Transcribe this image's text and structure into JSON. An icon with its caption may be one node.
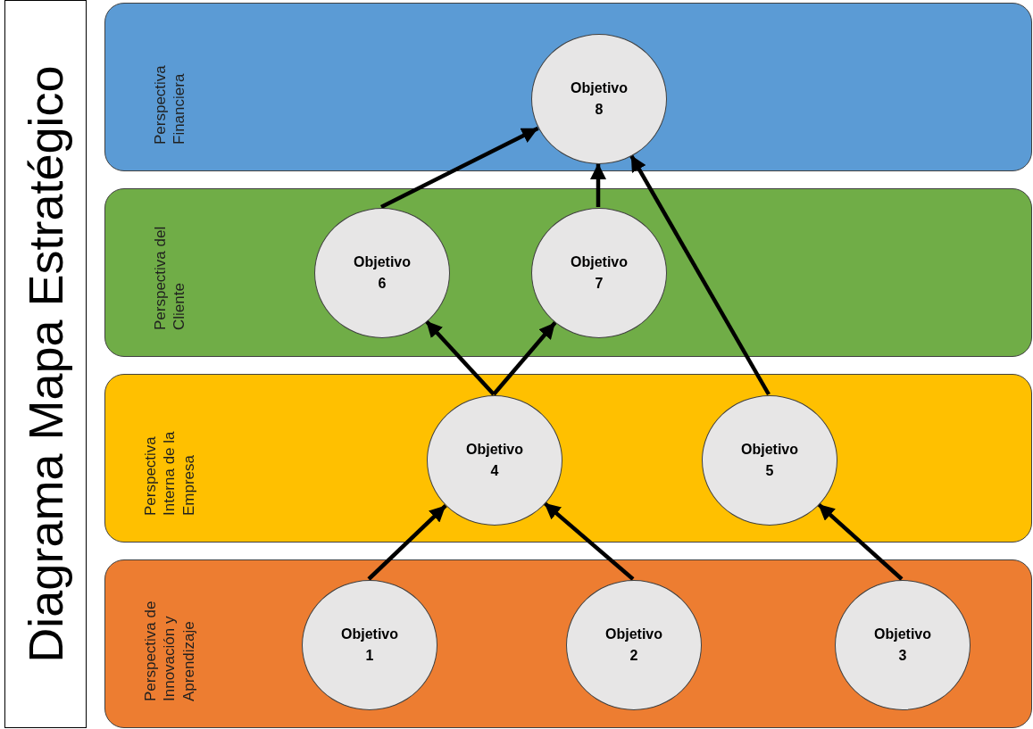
{
  "diagram": {
    "title": "Diagrama Mapa Estratégico",
    "nodes": [
      {
        "text": [
          "Perspectiva Financiera"
        ]
      },
      {
        "text": [
          "Objetivo 8"
        ],
        "in": 0
      },
      {
        "text": [
          "Perspectiva del Cliente"
        ]
      },
      {
        "text": [
          "Objetivo 6"
        ],
        "in": 2
      },
      {
        "text": [
          "Objetivo 7"
        ],
        "in": 2
      },
      {
        "text": [
          "Perspectiva Interna de la Empresa"
        ]
      },
      {
        "text": [
          "Objetivo 4"
        ],
        "in": 5
      },
      {
        "text": [
          "Objetivo 5"
        ],
        "in": 5
      },
      {
        "text": [
          "Perspectiva de Innovación y Aprendizaje"
        ]
      },
      {
        "text": [
          "Objetivo 1"
        ],
        "in": 8
      },
      {
        "text": [
          "Objetivo 2"
        ],
        "in": 8
      },
      {
        "text": [
          "Objetivo 3"
        ],
        "in": 8
      }
    ],
    "edges": [
      {
        "from": 9,
        "to": 6,
        "arrow": "to"
      },
      {
        "from": 10,
        "to": 6,
        "arrow": "to"
      },
      {
        "from": 11,
        "to": 7,
        "arrow": "to"
      },
      {
        "from": 6,
        "to": 3,
        "arrow": "to"
      },
      {
        "from": 6,
        "to": 4,
        "arrow": "to"
      },
      {
        "from": 7,
        "to": 1,
        "arrow": "to"
      },
      {
        "from": 3,
        "to": 1,
        "arrow": "to"
      },
      {
        "from": 4,
        "to": 1,
        "arrow": "to"
      }
    ]
  }
}
